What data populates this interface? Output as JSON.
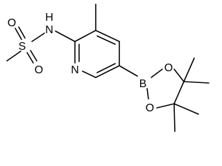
{
  "molecule": {
    "atoms": {
      "s": "S",
      "o_top": "O",
      "o_bottom": "O",
      "nh": "N",
      "h": "H",
      "n_ring": "N",
      "b": "B",
      "o_ring_top": "O",
      "o_ring_bottom": "O"
    },
    "colors": {
      "ink": "#000000",
      "background": "#ffffff"
    }
  }
}
